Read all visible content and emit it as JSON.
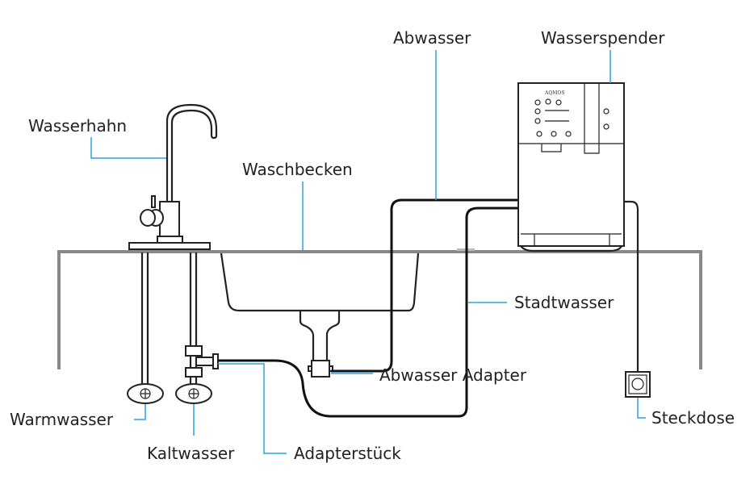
{
  "labels": {
    "abwasser": "Abwasser",
    "wasserspender": "Wasserspender",
    "wasserhahn": "Wasserhahn",
    "waschbecken": "Waschbecken",
    "stadtwasser": "Stadtwasser",
    "abwasser_adapter": "Abwasser Adapter",
    "steckdose": "Steckdose",
    "warmwasser": "Warmwasser",
    "kaltwasser": "Kaltwasser",
    "adapterstueck": "Adapterstück"
  },
  "dispenser_brand": "AQMOS",
  "colors": {
    "leader": "#2aa3e0",
    "countertop": "#888888",
    "line": "#222222"
  }
}
